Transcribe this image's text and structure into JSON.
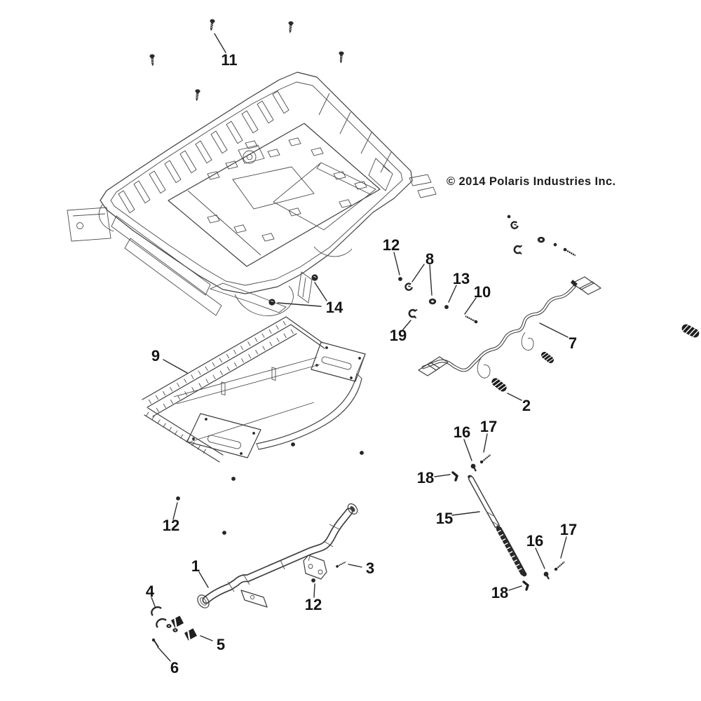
{
  "copyright": "© 2014 Polaris Industries Inc.",
  "callouts": {
    "n1": "1",
    "n2": "2",
    "n3": "3",
    "n4": "4",
    "n5": "5",
    "n6": "6",
    "n7": "7",
    "n8": "8",
    "n9": "9",
    "n10": "10",
    "n11": "11",
    "n12": "12",
    "n13": "13",
    "n14": "14",
    "n15": "15",
    "n16": "16",
    "n17": "17",
    "n18": "18",
    "n19": "19"
  }
}
